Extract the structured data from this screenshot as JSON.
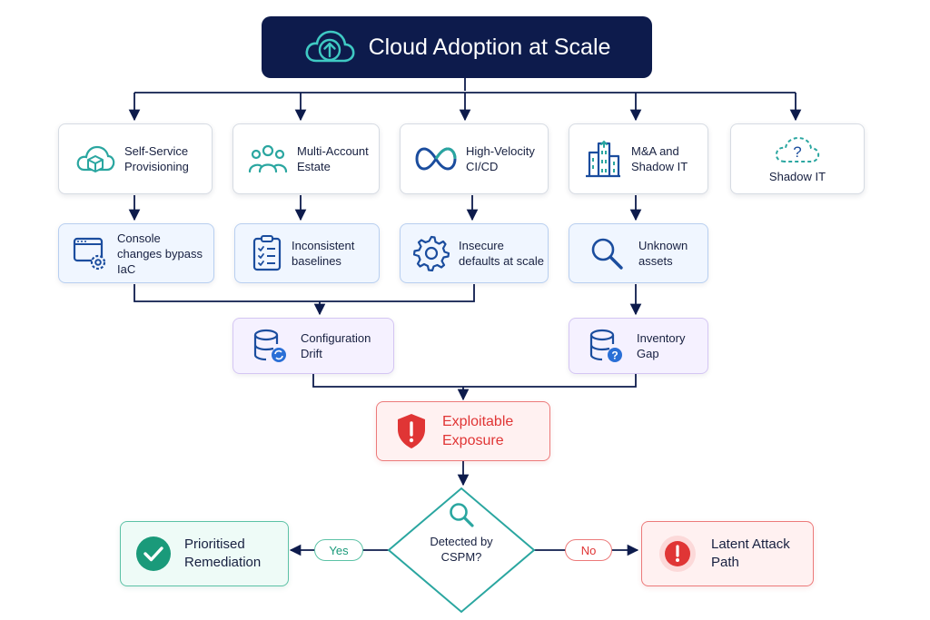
{
  "title": "Cloud Adoption at Scale",
  "drivers": [
    {
      "label": "Self-Service Provisioning",
      "icon": "cloud-cube-icon"
    },
    {
      "label": "Multi-Account Estate",
      "icon": "users-icon"
    },
    {
      "label": "High-Velocity CI/CD",
      "icon": "infinity-icon"
    },
    {
      "label": "M&A and Shadow IT",
      "icon": "buildings-icon"
    },
    {
      "label": "Shadow IT",
      "icon": "cloud-question-icon"
    }
  ],
  "issues": [
    {
      "label": "Console changes bypass IaC",
      "icon": "console-gear-icon"
    },
    {
      "label": "Inconsistent baselines",
      "icon": "clipboard-checklist-icon"
    },
    {
      "label": "Insecure defaults at scale",
      "icon": "gear-icon"
    },
    {
      "label": "Unknown assets",
      "icon": "magnifier-icon"
    }
  ],
  "gaps": [
    {
      "label": "Configuration Drift",
      "icon": "database-sync-icon"
    },
    {
      "label": "Inventory Gap",
      "icon": "database-question-icon"
    }
  ],
  "exposure": {
    "label": "Exploitable Exposure",
    "icon": "shield-alert-icon"
  },
  "decision": {
    "label": "Detected by CSPM?",
    "icon": "search-icon"
  },
  "yes_label": "Yes",
  "no_label": "No",
  "outcome_yes": {
    "label": "Prioritised Remediation",
    "icon": "check-circle-icon"
  },
  "outcome_no": {
    "label": "Latent Attack Path",
    "icon": "alert-circle-icon"
  },
  "colors": {
    "navy": "#0d1b4c",
    "teal": "#2aa6a0",
    "blue": "#1b4d9e",
    "red": "#e03535",
    "green": "#1a9a7a"
  }
}
